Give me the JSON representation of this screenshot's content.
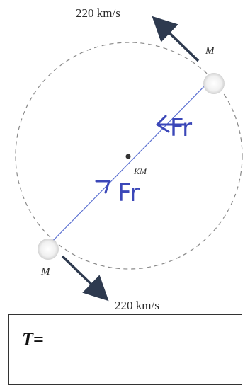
{
  "diagram": {
    "speed_top": "220 km/s",
    "speed_bottom": "220 km/s",
    "mass_top": "M",
    "mass_bottom": "M",
    "center_label": "KM",
    "force_top": "Fr",
    "force_bottom": "Fr"
  },
  "answer": {
    "label": "T="
  },
  "colors": {
    "orbit": "#8a8a8a",
    "axis": "#5a6fd1",
    "arrow": "#2e3a4f",
    "handwriting": "#3b47b8",
    "star": "#e6e6e6"
  }
}
